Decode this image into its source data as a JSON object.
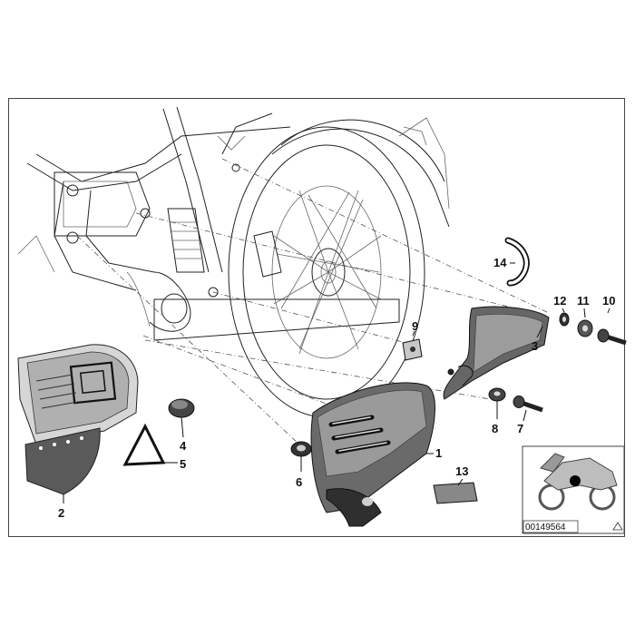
{
  "diagram": {
    "callouts": {
      "c1": "1",
      "c2": "2",
      "c3": "3",
      "c4": "4",
      "c5": "5",
      "c6": "6",
      "c7": "7",
      "c8": "8",
      "c9": "9",
      "c10": "10",
      "c11": "11",
      "c12": "12",
      "c13": "13",
      "c14": "14"
    },
    "inset": {
      "reference": "00149564",
      "marker_color": "#000000"
    },
    "colors": {
      "line": "#222222",
      "part_fill_dark": "#555555",
      "part_fill_mid": "#888888",
      "frame": "#444444"
    }
  }
}
